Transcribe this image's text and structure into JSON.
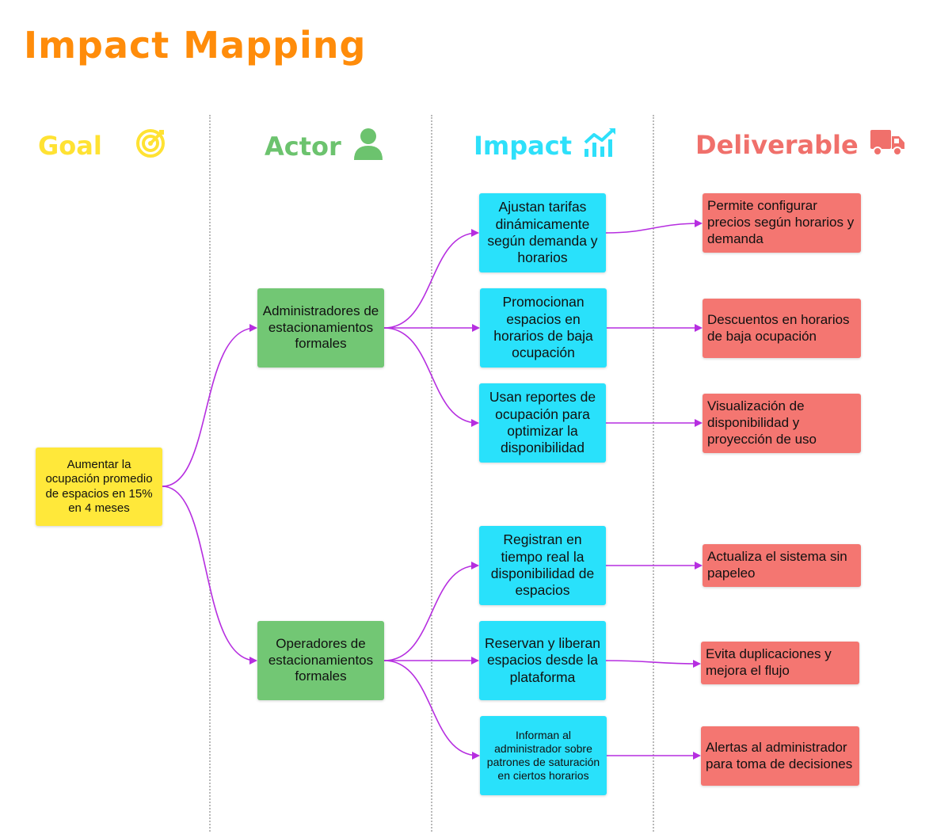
{
  "title": "Impact Mapping",
  "columns": {
    "goal": {
      "label": "Goal",
      "icon": "target-icon",
      "color": "#ffe233"
    },
    "actor": {
      "label": "Actor",
      "icon": "user-icon",
      "color": "#6cc36e"
    },
    "impact": {
      "label": "Impact",
      "icon": "chart-icon",
      "color": "#2ee0fa"
    },
    "deliverable": {
      "label": "Deliverable",
      "icon": "truck-icon",
      "color": "#f0706b"
    }
  },
  "goal": "Aumentar la ocupación promedio de espacios en 15% en 4 meses",
  "actors": [
    "Administradores de estacionamientos formales",
    "Operadores de estacionamientos formales"
  ],
  "impacts": [
    "Ajustan tarifas dinámicamente según demanda y horarios",
    "Promocionan espacios en horarios de baja ocupación",
    "Usan reportes de ocupación para optimizar la disponibilidad",
    "Registran en tiempo real la disponibilidad de espacios",
    "Reservan y liberan espacios desde la plataforma",
    "Informan al administrador sobre patrones de saturación en ciertos horarios"
  ],
  "deliverables": [
    "Permite configurar precios según horarios y demanda",
    "Descuentos en horarios de baja ocupación",
    "Visualización de disponibilidad y proyección de uso",
    "Actualiza el sistema sin papeleo",
    "Evita duplicaciones y mejora el flujo",
    "Alertas al administrador para toma de decisiones"
  ],
  "colors": {
    "title": "#ff8c0a",
    "connector": "#b62ee0"
  }
}
